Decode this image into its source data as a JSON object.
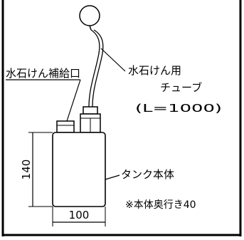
{
  "labels": {
    "soap_refill_port": "水石けん補給口",
    "soap_tube_line1": "水石けん用",
    "soap_tube_line2": "チューブ",
    "soap_tube_length": "(L=1000)",
    "tank_body": "タンク本体",
    "depth_note": "※本体奥行き40"
  },
  "dimensions": {
    "height": "140",
    "width": "100"
  }
}
